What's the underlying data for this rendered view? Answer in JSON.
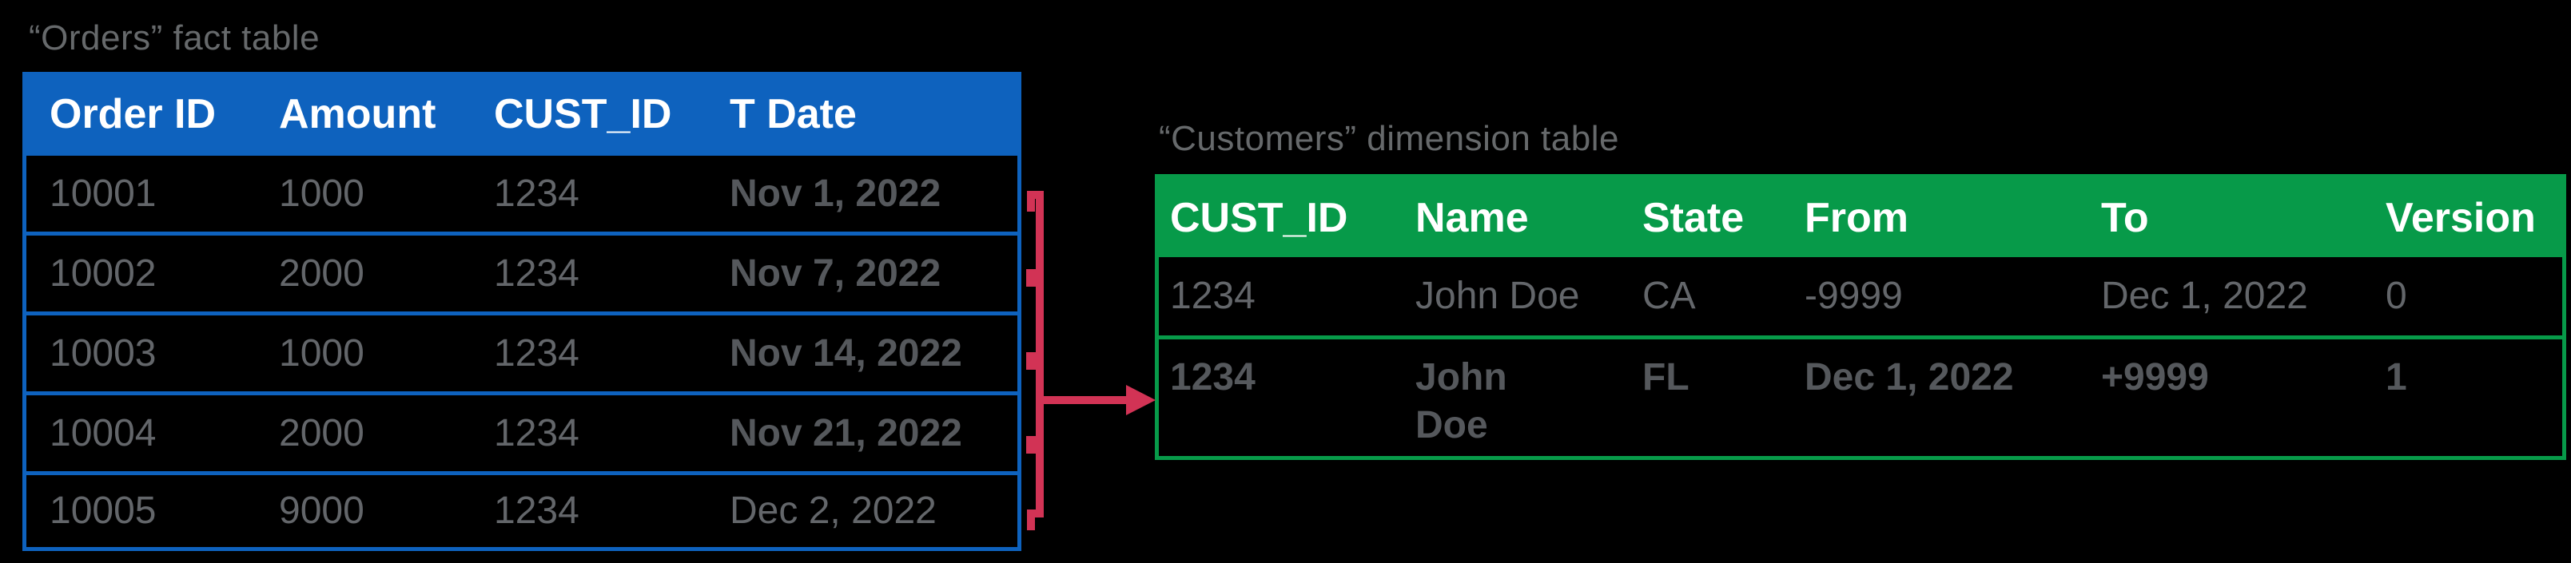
{
  "slide": {
    "background": "#000000"
  },
  "fact_table": {
    "title": "“Orders” fact table",
    "header_color": "#0e62be",
    "columns": [
      "Order ID",
      "Amount",
      "CUST_ID",
      "T Date"
    ],
    "rows": [
      {
        "order_id": "10001",
        "amount": "1000",
        "cust_id": "1234",
        "t_date": "Nov 1, 2022"
      },
      {
        "order_id": "10002",
        "amount": "2000",
        "cust_id": "1234",
        "t_date": "Nov 7, 2022"
      },
      {
        "order_id": "10003",
        "amount": "1000",
        "cust_id": "1234",
        "t_date": "Nov 14, 2022"
      },
      {
        "order_id": "10004",
        "amount": "2000",
        "cust_id": "1234",
        "t_date": "Nov 21, 2022"
      },
      {
        "order_id": "10005",
        "amount": "9000",
        "cust_id": "1234",
        "t_date": "Dec 2, 2022"
      }
    ]
  },
  "dimension_table": {
    "title": "“Customers” dimension table",
    "header_color": "#079a49",
    "columns": [
      "CUST_ID",
      "Name",
      "State",
      "From",
      "To",
      "Version"
    ],
    "rows": [
      {
        "cust_id": "1234",
        "name": "John Doe",
        "state": "CA",
        "from": "-9999",
        "to": "Dec 1, 2022",
        "version": "0"
      },
      {
        "cust_id": "1234",
        "name": "John\nDoe",
        "state": "FL",
        "from": "Dec 1, 2022",
        "to": "+9999",
        "version": "1"
      }
    ]
  },
  "connector": {
    "meaning": "fact rows reference current dimension row",
    "color": "#d23355"
  }
}
